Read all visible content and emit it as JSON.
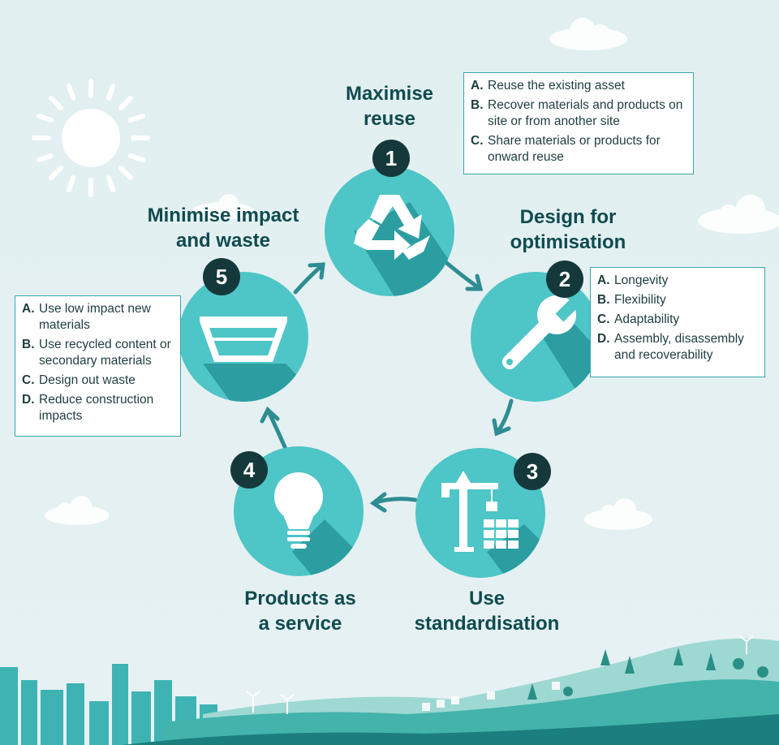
{
  "steps": [
    {
      "number": "1",
      "title": [
        "Maximise",
        "reuse"
      ],
      "icon": "recycle-icon",
      "items": [
        {
          "letter": "A.",
          "text": "Reuse the existing asset"
        },
        {
          "letter": "B.",
          "text": "Recover materials and products on site or from another site"
        },
        {
          "letter": "C.",
          "text": "Share materials or products for onward reuse"
        }
      ]
    },
    {
      "number": "2",
      "title": [
        "Design for",
        "optimisation"
      ],
      "icon": "wrench-icon",
      "items": [
        {
          "letter": "A.",
          "text": "Longevity"
        },
        {
          "letter": "B.",
          "text": "Flexibility"
        },
        {
          "letter": "C.",
          "text": "Adaptability"
        },
        {
          "letter": "D.",
          "text": "Assembly, disassembly and recoverability"
        }
      ]
    },
    {
      "number": "3",
      "title": [
        "Use",
        "standardisation"
      ],
      "icon": "crane-icon"
    },
    {
      "number": "4",
      "title": [
        "Products as",
        "a service"
      ],
      "icon": "lightbulb-icon"
    },
    {
      "number": "5",
      "title": [
        "Minimise impact",
        "and waste"
      ],
      "icon": "skip-bin-icon",
      "items": [
        {
          "letter": "A.",
          "text": "Use low impact new materials"
        },
        {
          "letter": "B.",
          "text": "Use recycled content or secondary materials"
        },
        {
          "letter": "C.",
          "text": "Design out waste"
        },
        {
          "letter": "D.",
          "text": "Reduce construction impacts"
        }
      ]
    }
  ],
  "colors": {
    "circle": "#4ec5c6",
    "circle_shadow": "#2c9ea2",
    "arrow": "#2e8d92",
    "badge": "#15393b",
    "title": "#0f4b4e",
    "background": "#e3f0f2"
  }
}
